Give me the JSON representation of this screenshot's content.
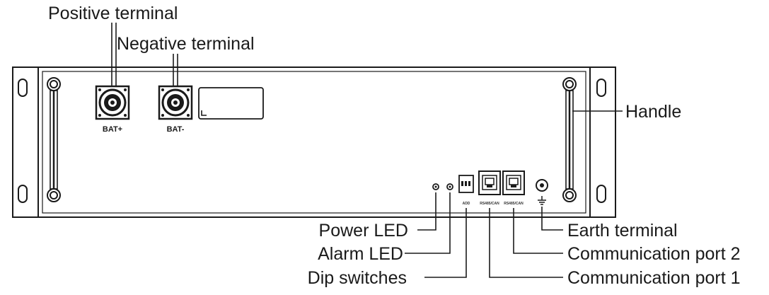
{
  "callouts": {
    "positive_terminal": "Positive terminal",
    "negative_terminal": "Negative terminal",
    "handle": "Handle",
    "power_led": "Power LED",
    "alarm_led": "Alarm LED",
    "dip_switches": "Dip switches",
    "earth_terminal": "Earth terminal",
    "communication_port_2": "Communication port 2",
    "communication_port_1": "Communication port 1"
  },
  "panel_labels": {
    "bat_positive": "BAT+",
    "bat_negative": "BAT-",
    "dip_label": "ADD",
    "port1_label": "RS485/CAN",
    "port2_label": "RS485/CAN"
  },
  "colors": {
    "line": "#1a1a1a",
    "background": "#ffffff"
  }
}
